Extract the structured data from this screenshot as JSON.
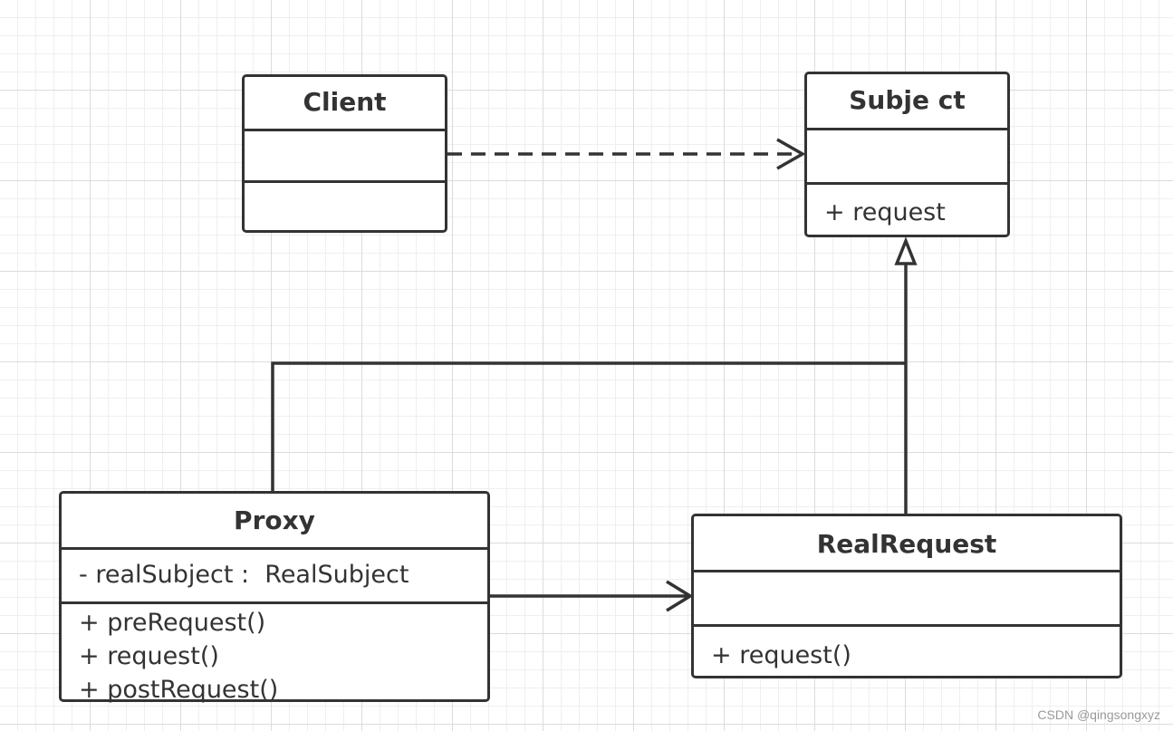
{
  "diagram": {
    "classes": {
      "client": {
        "name": "Client",
        "attributes": [],
        "operations": []
      },
      "subject": {
        "name": "Subje ct",
        "attributes": [],
        "operations": [
          "+ request"
        ]
      },
      "proxy": {
        "name": "Proxy",
        "attributes": [
          "- realSubject :  RealSubject"
        ],
        "operations": [
          "+ preRequest()",
          "+ request()",
          "+ postRequest()"
        ]
      },
      "real_request": {
        "name": "RealRequest",
        "attributes": [],
        "operations": [
          "+ request()"
        ]
      }
    },
    "relationships": [
      {
        "from": "Client",
        "to": "Subje ct",
        "type": "dependency"
      },
      {
        "from": "RealRequest",
        "to": "Subje ct",
        "type": "generalization"
      },
      {
        "from": "Proxy",
        "to": "Subje ct",
        "type": "generalization"
      },
      {
        "from": "Proxy",
        "to": "RealRequest",
        "type": "association"
      }
    ]
  },
  "watermark": "CSDN @qingsongxyz",
  "colors": {
    "line": "#333333",
    "grid": "#dcdcdc",
    "background": "#ffffff"
  }
}
